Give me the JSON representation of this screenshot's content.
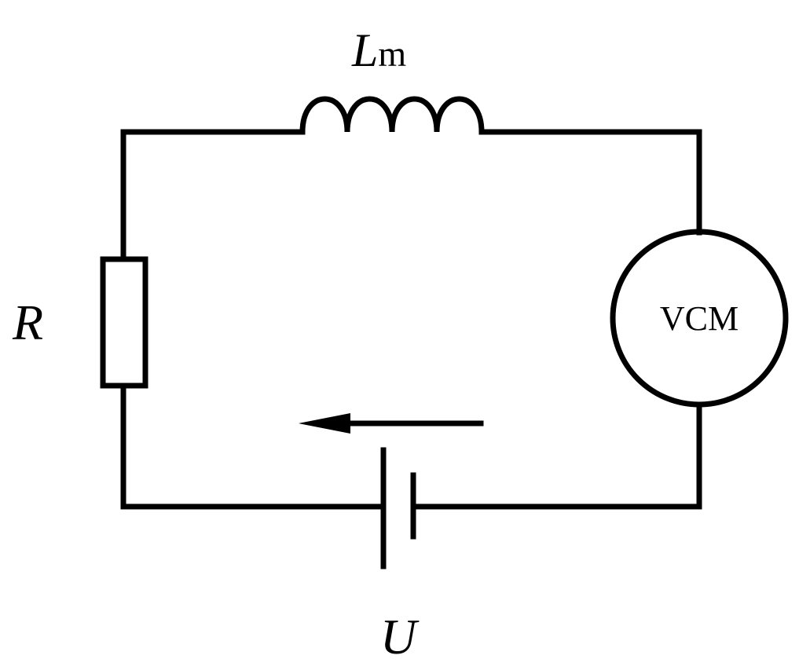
{
  "diagram": {
    "inductor": {
      "symbol": "L",
      "subscript": "m"
    },
    "resistor": {
      "symbol": "R"
    },
    "motor": {
      "label": "VCM"
    },
    "source": {
      "symbol": "U"
    },
    "colors": {
      "stroke": "#000000",
      "background": "#ffffff"
    }
  }
}
